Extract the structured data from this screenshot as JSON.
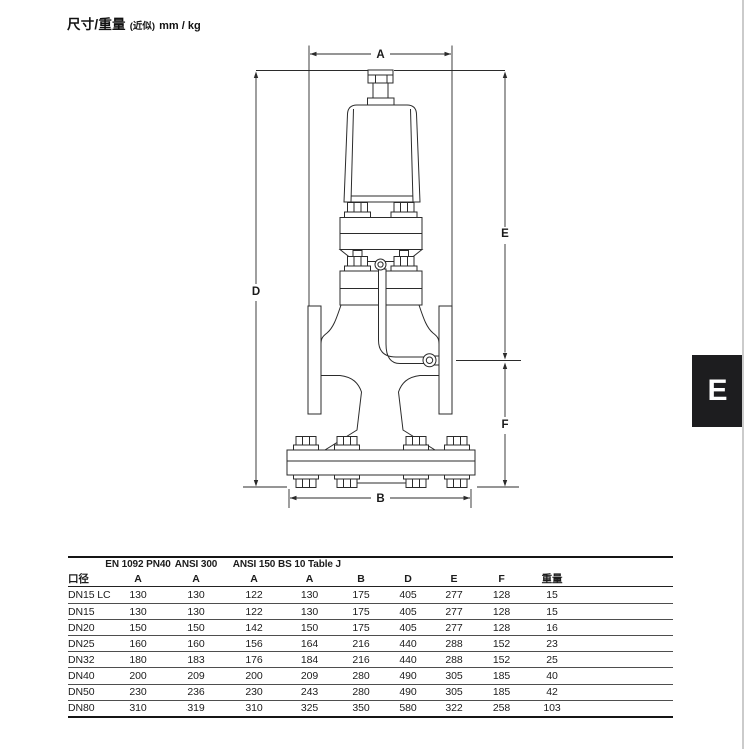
{
  "page": {
    "title_cn": "尺寸/重量",
    "title_approx": "(近似)",
    "title_units": "mm / kg"
  },
  "diagram": {
    "labels": {
      "a": "A",
      "b": "B",
      "d": "D",
      "e": "E",
      "f": "F"
    }
  },
  "side_tab": {
    "label": "E"
  },
  "table": {
    "col_header_left": "口径",
    "group_headers": [
      "EN 1092 PN40",
      "ANSI 300",
      "ANSI 150",
      "BS 10 Table J"
    ],
    "sub_headers": [
      "A",
      "A",
      "A",
      "A",
      "B",
      "D",
      "E",
      "F",
      "重量"
    ],
    "rows": [
      {
        "name": "DN15 LC",
        "values": [
          "130",
          "130",
          "122",
          "130",
          "175",
          "405",
          "277",
          "128",
          "15"
        ]
      },
      {
        "name": "DN15",
        "values": [
          "130",
          "130",
          "122",
          "130",
          "175",
          "405",
          "277",
          "128",
          "15"
        ]
      },
      {
        "name": "DN20",
        "values": [
          "150",
          "150",
          "142",
          "150",
          "175",
          "405",
          "277",
          "128",
          "16"
        ]
      },
      {
        "name": "DN25",
        "values": [
          "160",
          "160",
          "156",
          "164",
          "216",
          "440",
          "288",
          "152",
          "23"
        ]
      },
      {
        "name": "DN32",
        "values": [
          "180",
          "183",
          "176",
          "184",
          "216",
          "440",
          "288",
          "152",
          "25"
        ]
      },
      {
        "name": "DN40",
        "values": [
          "200",
          "209",
          "200",
          "209",
          "280",
          "490",
          "305",
          "185",
          "40"
        ]
      },
      {
        "name": "DN50",
        "values": [
          "230",
          "236",
          "230",
          "243",
          "280",
          "490",
          "305",
          "185",
          "42"
        ]
      },
      {
        "name": "DN80",
        "values": [
          "310",
          "319",
          "310",
          "325",
          "350",
          "580",
          "322",
          "258",
          "103"
        ]
      }
    ]
  }
}
